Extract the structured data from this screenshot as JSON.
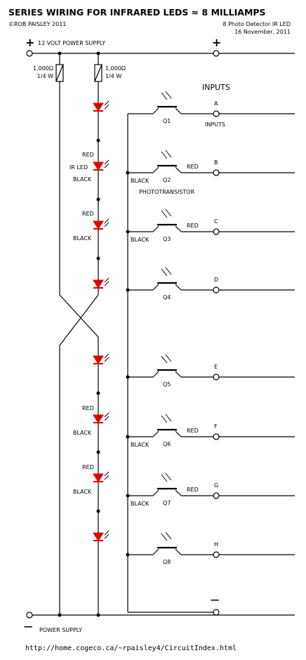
{
  "title": "SERIES WIRING FOR INFRARED LEDS ≈ 8 MILLIAMPS",
  "copyright": "©ROB PAISLEY 2011",
  "subtitle": "8 Photo Detector IR LED",
  "date": "16 November, 2011",
  "supply_plus_label": "12 VOLT POWER SUPPLY",
  "supply_minus_label": "POWER SUPPLY",
  "plus_symbol": "+",
  "minus_symbol": "—",
  "inputs_heading": "INPUTS",
  "inputs_sublabel": "INPUTS",
  "phototransistor_label": "PHOTOTRANSISTOR",
  "resistors": [
    {
      "value": "1,000Ω",
      "rating": "1/4 W"
    },
    {
      "value": "1,000Ω",
      "rating": "1/4 W"
    }
  ],
  "led_labels": {
    "red": "RED",
    "black": "BLACK",
    "ir_led": "IR LED"
  },
  "channels": [
    {
      "transistor": "Q1",
      "input": "A",
      "red_label": "",
      "black_label": ""
    },
    {
      "transistor": "Q2",
      "input": "B",
      "red_label": "RED",
      "black_label": "BLACK"
    },
    {
      "transistor": "Q3",
      "input": "C",
      "red_label": "RED",
      "black_label": "BLACK"
    },
    {
      "transistor": "Q4",
      "input": "D",
      "red_label": "",
      "black_label": ""
    },
    {
      "transistor": "Q5",
      "input": "E",
      "red_label": "",
      "black_label": ""
    },
    {
      "transistor": "Q6",
      "input": "F",
      "red_label": "RED",
      "black_label": "BLACK"
    },
    {
      "transistor": "Q7",
      "input": "G",
      "red_label": "RED",
      "black_label": "BLACK"
    },
    {
      "transistor": "Q8",
      "input": "H",
      "red_label": "",
      "black_label": ""
    }
  ],
  "url": "http://home.cogeco.ca/~rpaisley4/CircuitIndex.html",
  "colors": {
    "led": "#e00000",
    "ink": "#000000",
    "background": "#ffffff"
  }
}
